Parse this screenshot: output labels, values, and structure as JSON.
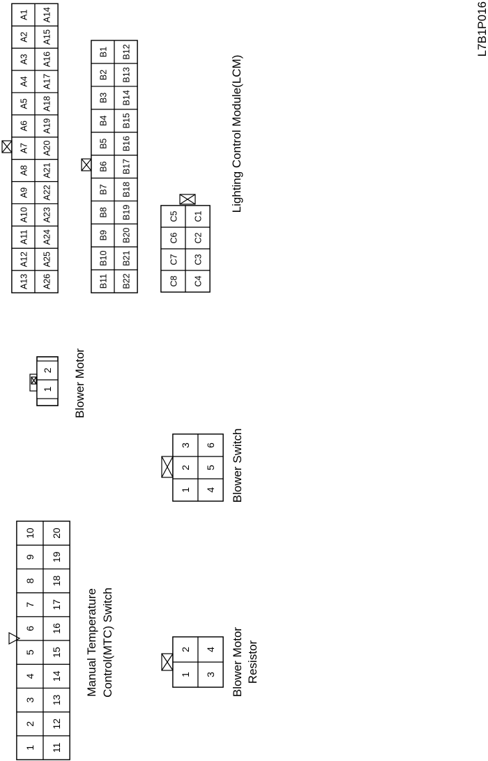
{
  "connectors": [
    {
      "id": "mtc",
      "caption_lines": [
        "Manual Temperature",
        "Control(MTC) Switch"
      ],
      "rows": [
        [
          "1",
          "2",
          "3",
          "4",
          "5",
          "6",
          "7",
          "8",
          "9",
          "10"
        ],
        [
          "11",
          "12",
          "13",
          "14",
          "15",
          "16",
          "17",
          "18",
          "19",
          "20"
        ]
      ],
      "key": "triangle"
    },
    {
      "id": "blower-motor-resistor",
      "caption_lines": [
        "Blower Motor",
        "Resistor"
      ],
      "rows": [
        [
          "1",
          "2"
        ],
        [
          "3",
          "4"
        ]
      ],
      "key": "cross-box"
    },
    {
      "id": "blower-switch",
      "caption_lines": [
        "Blower Switch"
      ],
      "rows": [
        [
          "1",
          "2",
          "3"
        ],
        [
          "4",
          "5",
          "6"
        ]
      ],
      "key": "cross-box"
    },
    {
      "id": "blower-motor",
      "caption_lines": [
        "Blower Motor"
      ],
      "rows": [
        [
          "1",
          "2"
        ]
      ],
      "key": "cross-box-small"
    },
    {
      "id": "lcm-a",
      "caption_lines": [],
      "rows": [
        [
          "A13",
          "A12",
          "A11",
          "A10",
          "A9",
          "A8",
          "A7",
          "A6",
          "A5",
          "A4",
          "A3",
          "A2",
          "A1"
        ],
        [
          "A26",
          "A25",
          "A24",
          "A23",
          "A22",
          "A21",
          "A20",
          "A19",
          "A18",
          "A17",
          "A16",
          "A15",
          "A14"
        ]
      ],
      "key": "cross-box"
    },
    {
      "id": "lcm-b",
      "caption_lines": [],
      "rows": [
        [
          "B11",
          "B10",
          "B9",
          "B8",
          "B7",
          "B6",
          "B5",
          "B4",
          "B3",
          "B2",
          "B1"
        ],
        [
          "B22",
          "B21",
          "B20",
          "B19",
          "B18",
          "B17",
          "B16",
          "B15",
          "B14",
          "B13",
          "B12"
        ]
      ],
      "key": "cross-box"
    },
    {
      "id": "lcm-c",
      "caption_lines": [
        "Lighting Control Module(LCM)"
      ],
      "rows": [
        [
          "C8",
          "C7",
          "C6",
          "C5"
        ],
        [
          "C4",
          "C3",
          "C2",
          "C1"
        ]
      ],
      "key": "cross-box"
    }
  ],
  "figure_code": "L7B1P016"
}
